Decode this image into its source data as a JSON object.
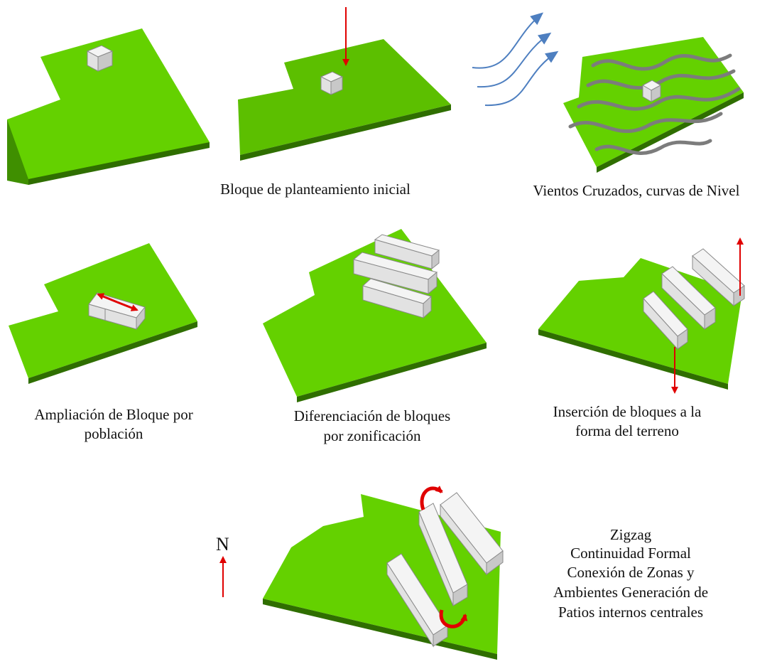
{
  "colors": {
    "terrain_top": "#64d100",
    "terrain_top_dark": "#5cbf00",
    "terrain_side": "#3f8f00",
    "terrain_side_dark": "#2f6e00",
    "block_top": "#f4f4f4",
    "block_side_light": "#e2e2e2",
    "block_side_dark": "#c4c4c4",
    "arrow_red": "#e00000",
    "wind_blue": "#4e7fc0",
    "contour_gray": "#7c7c7c"
  },
  "captions": {
    "initial_block": "Bloque de planteamiento inicial",
    "cross_winds": "Vientos Cruzados, curvas de Nivel",
    "expansion_line1": "Ampliación de Bloque por",
    "expansion_line2": "población",
    "differentiation_line1": "Diferenciación de bloques",
    "differentiation_line2": "por zonificación",
    "insertion_line1": "Inserción de bloques a la",
    "insertion_line2": "forma del terreno",
    "zigzag_line1": "Zigzag",
    "zigzag_line2": "Continuidad Formal",
    "zigzag_line3": "Conexión de Zonas y",
    "zigzag_line4": "Ambientes Generación de",
    "zigzag_line5": "Patios internos centrales"
  },
  "north_label": "N"
}
